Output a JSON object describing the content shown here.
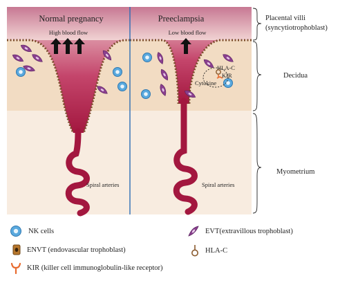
{
  "panels": {
    "left": {
      "title": "Normal pregnancy",
      "flow": "High blood flow",
      "arteries": "Spiral arteries"
    },
    "right": {
      "title": "Preeclampsia",
      "flow": "Low blood flow",
      "arteries": "Spiral arteries",
      "hla": "HLA-C",
      "kir": "KIR",
      "cytokine": "Cytokine"
    }
  },
  "layers": {
    "villi_line1": "Placental villi",
    "villi_line2": "(syncytiotrophoblast)",
    "decidua": "Decidua",
    "myometrium": "Myometrium"
  },
  "legend": {
    "nk": "NK cells",
    "envt": "ENVT (endovascular trophoblast)",
    "kir": "KIR (killer cell immunoglobulin-like receptor)",
    "evt": "EVT(extravillous trophoblast)",
    "hla": "HLA-C"
  },
  "colors": {
    "villi_top": "#c97a95",
    "decidua": "#f2dcc3",
    "myometrium": "#f8ece0",
    "artery": "#a3173f",
    "nk_cell": "#5aa9de",
    "evt": "#8a3f8f",
    "divider": "#2a6db5"
  }
}
